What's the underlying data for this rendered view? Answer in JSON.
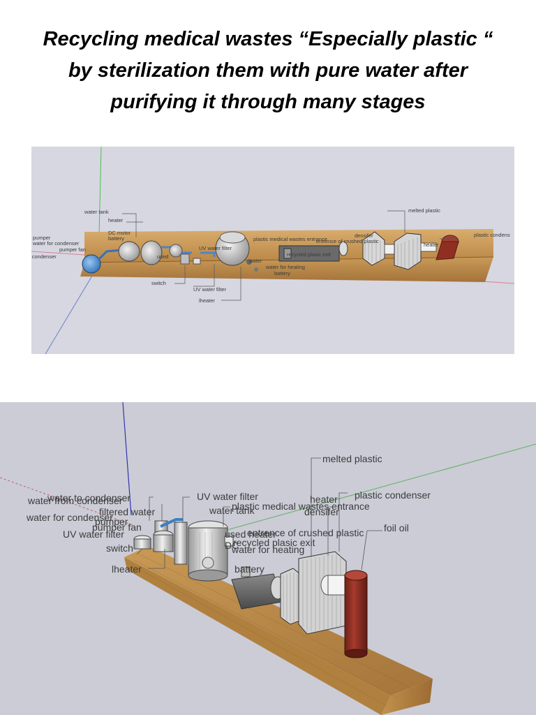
{
  "title": {
    "line1": "Recycling medical wastes “Especially plastic “",
    "line2": "by sterilization  them with pure water after",
    "line3": "purifying it through many stages"
  },
  "model_view_1": {
    "labels": {
      "water_tank": "water tank",
      "heater_top": "heater",
      "dc_motor": "DC motor",
      "battery": "battery",
      "pumper": "pumper",
      "water_for_condenser": "water for condenser",
      "pumper_fan": "pumper fan",
      "water_condenser": "or condenser",
      "uv_filter_top": "UV water filter",
      "plastic_medical_entrance": "plastic medical wastes entrance",
      "entrence_crushed": "entrence of crushed plastic",
      "densifer": "densifer",
      "melted_plastic": "melted plastic",
      "plastic_condenser": "plastic condens",
      "heater_right": "heater",
      "recycled_exit": "recycled plasic exit",
      "water_for_heating": "water for heating",
      "battery_lower": "battery",
      "switch": "switch",
      "uv_filter_bottom": "UV water filter",
      "lheater": "lheater",
      "used": "used",
      "water_mid": "water"
    }
  },
  "model_view_2": {
    "labels": {
      "water_to_condenser": "water to condenser",
      "water_from_condenser": "water from condenser",
      "water_for_condenser": "water for condenser",
      "uv_water_filter_left": "UV water filter",
      "filtered_water": "filtered water",
      "pumper": "pumper",
      "pumper_fan": "pumper fan",
      "uv_water_filter": "UV water filter",
      "water_tank": "water tank",
      "plastic_medical_entrance": "plastic medical wastes entrance",
      "heater": "heater",
      "densifer": "densifer",
      "plastic_condenser": "plastic condenser",
      "melted_plastic": "melted plastic",
      "entrence_crushed": "entrence of crushed plastic",
      "foil_oil": "foil oil",
      "recycled_exit": "recycled plasic exit",
      "water_for_heating": "water for heating",
      "battery": "battery",
      "switch": "switch",
      "lheater": "lheater",
      "used_heater": "used heater",
      "dc": "DC"
    }
  }
}
